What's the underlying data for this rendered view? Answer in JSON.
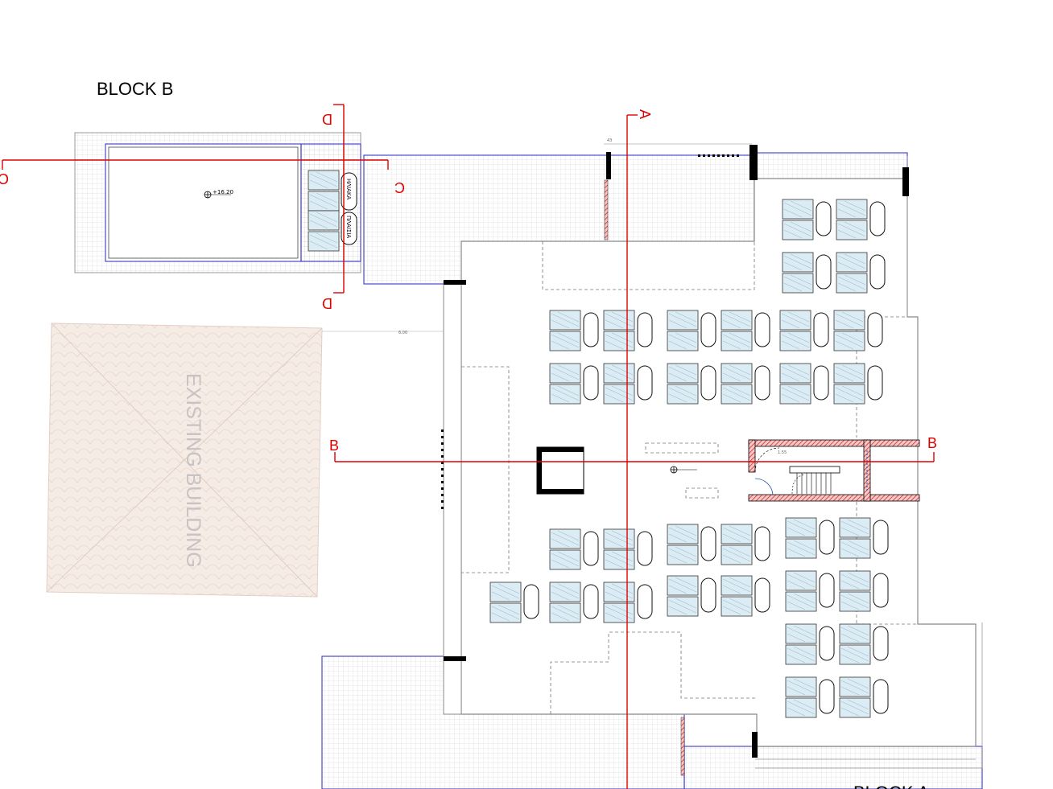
{
  "labels": {
    "block_b": "BLOCK B",
    "block_a": "BLOCK A",
    "existing_building": "EXISTING BUILDING",
    "level_mark": "+16.20",
    "dim_top": "43",
    "dim_mid": "6.00",
    "dim_stair": "1.55",
    "pv_label_1": "ΗΛΙΑΚΑ",
    "pv_label_2": "ΠΛΑΙΣΙΑ"
  },
  "sections": {
    "a": "A",
    "b_left": "B",
    "b_right": "B",
    "c_left": "C",
    "c_right": "C",
    "d_top": "D",
    "d_bottom": "D"
  },
  "colors": {
    "section_line": "#e00000",
    "wall": "#000000",
    "hatch": "#cc2222",
    "parapet_blue": "#4a4acc",
    "existing_fill": "#f6ece6",
    "panel_fill": "#dcecf4",
    "grid": "#d8d8d8"
  }
}
